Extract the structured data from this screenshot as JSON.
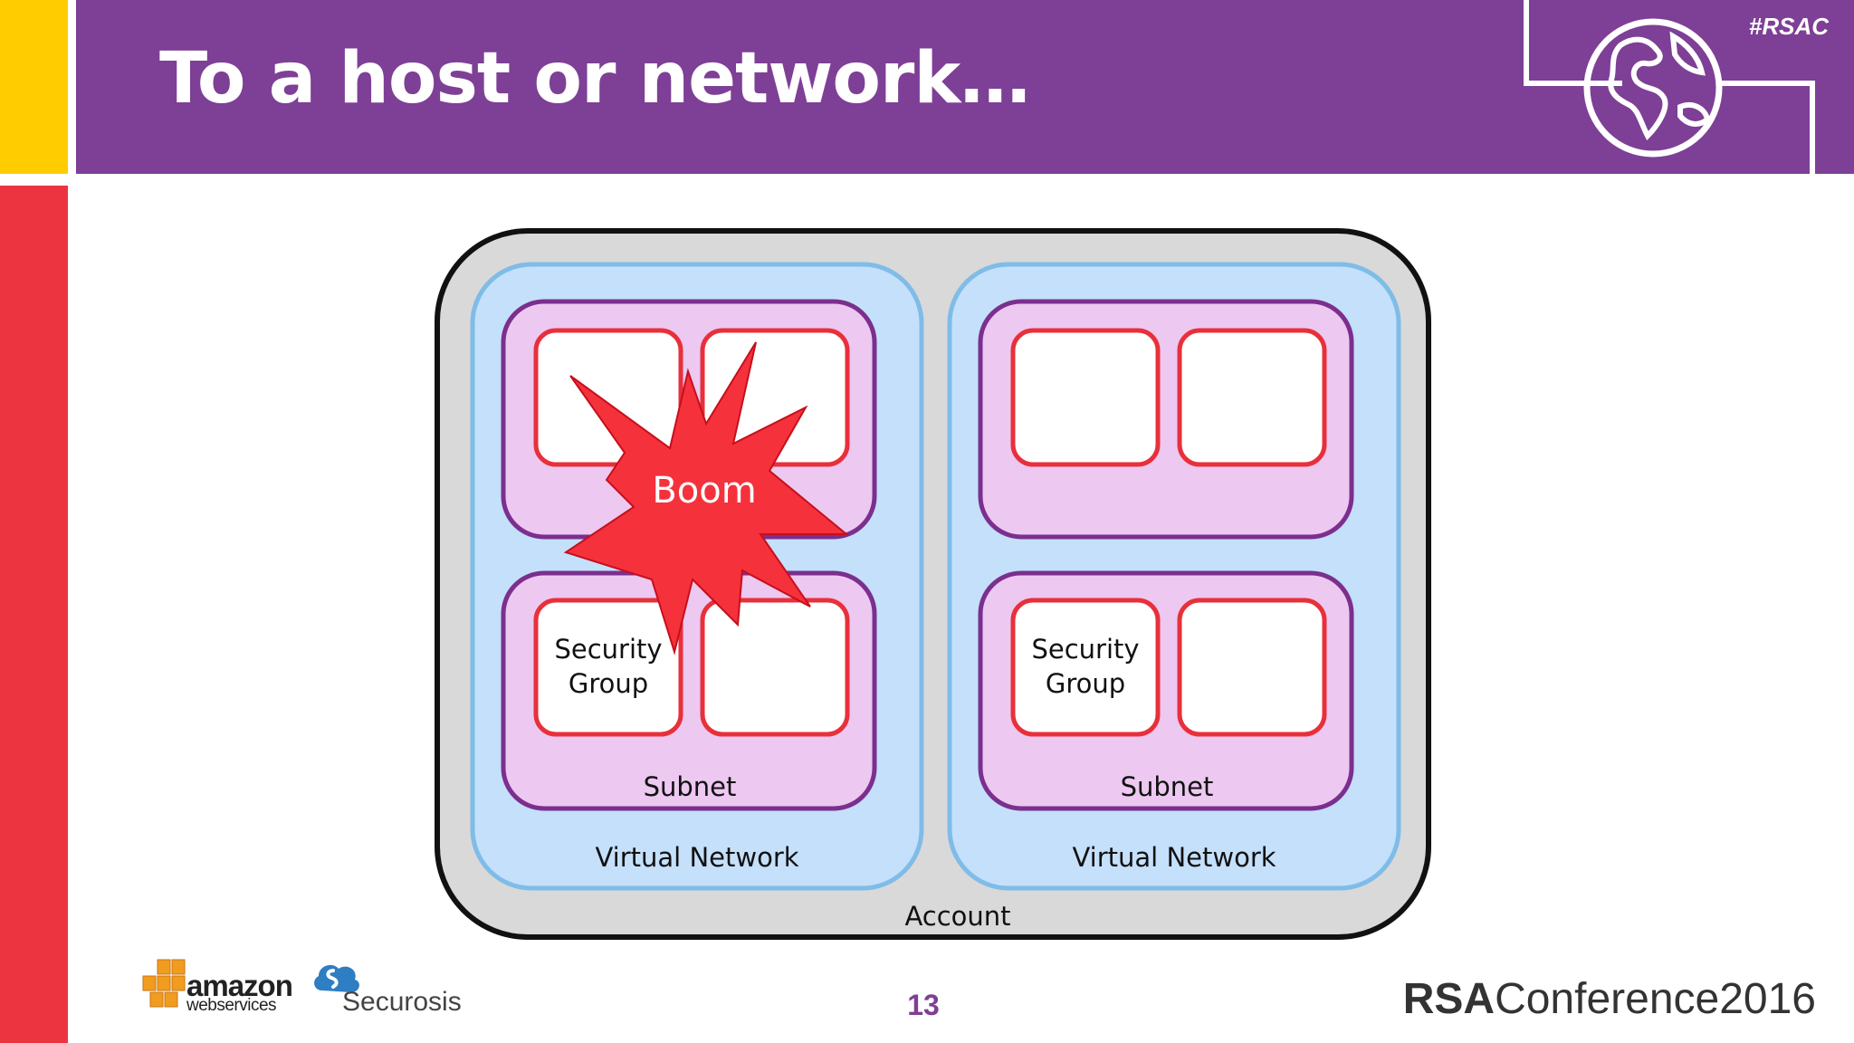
{
  "slide": {
    "title": "To a host or network…",
    "hashtag": "#RSAC",
    "page_number": "13"
  },
  "diagram": {
    "account_label": "Account",
    "boom_label": "Boom",
    "networks": [
      {
        "label": "Virtual Network",
        "bottom_subnet_label": "Subnet",
        "security_group_label": [
          "Security",
          "Group"
        ]
      },
      {
        "label": "Virtual Network",
        "bottom_subnet_label": "Subnet",
        "security_group_label": [
          "Security",
          "Group"
        ]
      }
    ]
  },
  "footer": {
    "aws_word": "amazon",
    "aws_sub": "webservices",
    "securosis": "Securosis",
    "rsa": "RSA",
    "conference": "Conference2016"
  },
  "colors": {
    "title_bar": "#7E3F96",
    "left_yellow": "#FFCC00",
    "left_red": "#EC3440",
    "account_fill": "#D9D9D9",
    "network_fill": "#C5E0FA",
    "network_stroke": "#7FBCE8",
    "subnet_fill": "#EDC8F1",
    "subnet_stroke": "#7B2F8E",
    "sg_stroke": "#E8303B",
    "boom_fill": "#F5313C"
  }
}
